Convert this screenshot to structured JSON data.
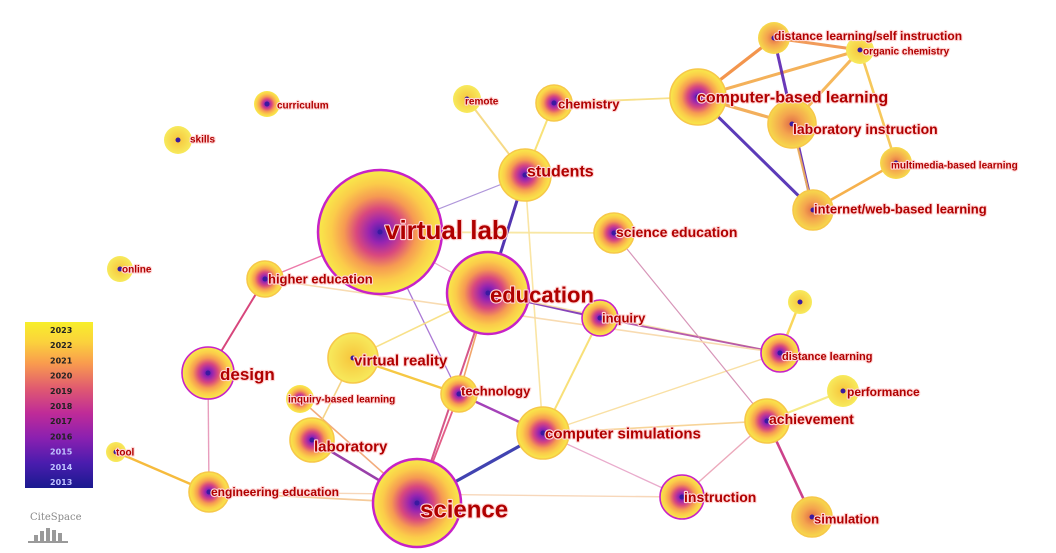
{
  "nodes": [
    {
      "id": "virtual-lab",
      "label": "virtual lab",
      "size": "xl"
    },
    {
      "id": "science",
      "label": "science",
      "size": "xl"
    },
    {
      "id": "education",
      "label": "education",
      "size": "l"
    },
    {
      "id": "computer-based-learning",
      "label": "computer-based learning",
      "size": "m"
    },
    {
      "id": "students",
      "label": "students",
      "size": "m"
    },
    {
      "id": "computer-simulations",
      "label": "computer simulations",
      "size": "m"
    },
    {
      "id": "laboratory-instruction",
      "label": "laboratory instruction",
      "size": "m"
    },
    {
      "id": "design",
      "label": "design",
      "size": "m"
    },
    {
      "id": "virtual-reality",
      "label": "virtual reality",
      "size": "m"
    },
    {
      "id": "laboratory",
      "label": "laboratory",
      "size": "m"
    },
    {
      "id": "science-education",
      "label": "science education",
      "size": "s"
    },
    {
      "id": "higher-education",
      "label": "higher education",
      "size": "s"
    },
    {
      "id": "chemistry",
      "label": "chemistry",
      "size": "s"
    },
    {
      "id": "inquiry",
      "label": "inquiry",
      "size": "s"
    },
    {
      "id": "technology",
      "label": "technology",
      "size": "s"
    },
    {
      "id": "achievement",
      "label": "achievement",
      "size": "s"
    },
    {
      "id": "instruction",
      "label": "instruction",
      "size": "s"
    },
    {
      "id": "simulation",
      "label": "simulation",
      "size": "s"
    },
    {
      "id": "internet-web-based-learning",
      "label": "internet/web-based learning",
      "size": "s"
    },
    {
      "id": "distance-learning",
      "label": "distance learning",
      "size": "s"
    },
    {
      "id": "engineering-education",
      "label": "engineering education",
      "size": "s"
    },
    {
      "id": "distance-learning-self-instruction",
      "label": "distance learning/self instruction",
      "size": "xs"
    },
    {
      "id": "organic-chemistry",
      "label": "organic chemistry",
      "size": "xs"
    },
    {
      "id": "multimedia-based-learning",
      "label": "multimedia-based learning",
      "size": "xs"
    },
    {
      "id": "performance",
      "label": "performance",
      "size": "xs"
    },
    {
      "id": "inquiry-based-learning",
      "label": "inquiry-based learning",
      "size": "xs"
    },
    {
      "id": "remote",
      "label": "remote",
      "size": "xs"
    },
    {
      "id": "curriculum",
      "label": "curriculum",
      "size": "xs"
    },
    {
      "id": "skills",
      "label": "skills",
      "size": "xs"
    },
    {
      "id": "online",
      "label": "online",
      "size": "xs"
    },
    {
      "id": "tool",
      "label": "tool",
      "size": "xs"
    },
    {
      "id": "unlabeled-node",
      "label": "",
      "size": "xs"
    }
  ],
  "links": [
    [
      "virtual-lab",
      "students"
    ],
    [
      "virtual-lab",
      "education"
    ],
    [
      "virtual-lab",
      "higher-education"
    ],
    [
      "virtual-lab",
      "technology"
    ],
    [
      "virtual-lab",
      "science-education"
    ],
    [
      "students",
      "education"
    ],
    [
      "students",
      "chemistry"
    ],
    [
      "students",
      "remote"
    ],
    [
      "students",
      "computer-simulations"
    ],
    [
      "education",
      "inquiry"
    ],
    [
      "education",
      "science"
    ],
    [
      "education",
      "virtual-reality"
    ],
    [
      "education",
      "technology"
    ],
    [
      "education",
      "distance-learning"
    ],
    [
      "inquiry",
      "distance-learning"
    ],
    [
      "inquiry",
      "computer-simulations"
    ],
    [
      "science",
      "computer-simulations"
    ],
    [
      "science",
      "laboratory"
    ],
    [
      "science",
      "technology"
    ],
    [
      "science",
      "engineering-education"
    ],
    [
      "science",
      "inquiry-based-learning"
    ],
    [
      "computer-simulations",
      "technology"
    ],
    [
      "computer-simulations",
      "achievement"
    ],
    [
      "computer-simulations",
      "distance-learning"
    ],
    [
      "achievement",
      "instruction"
    ],
    [
      "achievement",
      "simulation"
    ],
    [
      "achievement",
      "performance"
    ],
    [
      "achievement",
      "science-education"
    ],
    [
      "distance-learning",
      "unlabeled-node"
    ],
    [
      "virtual-reality",
      "technology"
    ],
    [
      "design",
      "higher-education"
    ],
    [
      "design",
      "engineering-education"
    ],
    [
      "engineering-education",
      "tool"
    ],
    [
      "higher-education",
      "distance-learning"
    ],
    [
      "computer-based-learning",
      "laboratory-instruction"
    ],
    [
      "computer-based-learning",
      "internet-web-based-learning"
    ],
    [
      "computer-based-learning",
      "distance-learning-self-instruction"
    ],
    [
      "computer-based-learning",
      "organic-chemistry"
    ],
    [
      "computer-based-learning",
      "chemistry"
    ],
    [
      "distance-learning-self-instruction",
      "internet-web-based-learning"
    ],
    [
      "organic-chemistry",
      "laboratory-instruction"
    ],
    [
      "organic-chemistry",
      "multimedia-based-learning"
    ],
    [
      "multimedia-based-learning",
      "internet-web-based-learning"
    ],
    [
      "laboratory-instruction",
      "internet-web-based-learning"
    ],
    [
      "distance-learning-self-instruction",
      "organic-chemistry"
    ],
    [
      "engineering-education",
      "instruction"
    ],
    [
      "computer-simulations",
      "instruction"
    ],
    [
      "laboratory",
      "virtual-reality"
    ]
  ],
  "legend": {
    "years": [
      "2023",
      "2022",
      "2021",
      "2020",
      "2019",
      "2018",
      "2017",
      "2016",
      "2015",
      "2014",
      "2013"
    ],
    "colors": [
      "#f7ef2a",
      "#f9d63b",
      "#fbb545",
      "#f99b4e",
      "#ef6f63",
      "#dd4b7a",
      "#bf2b98",
      "#9121b0",
      "#6a1cb5",
      "#3d1aa8",
      "#1a1a8f"
    ]
  },
  "logo": {
    "text": "CiteSpace"
  }
}
